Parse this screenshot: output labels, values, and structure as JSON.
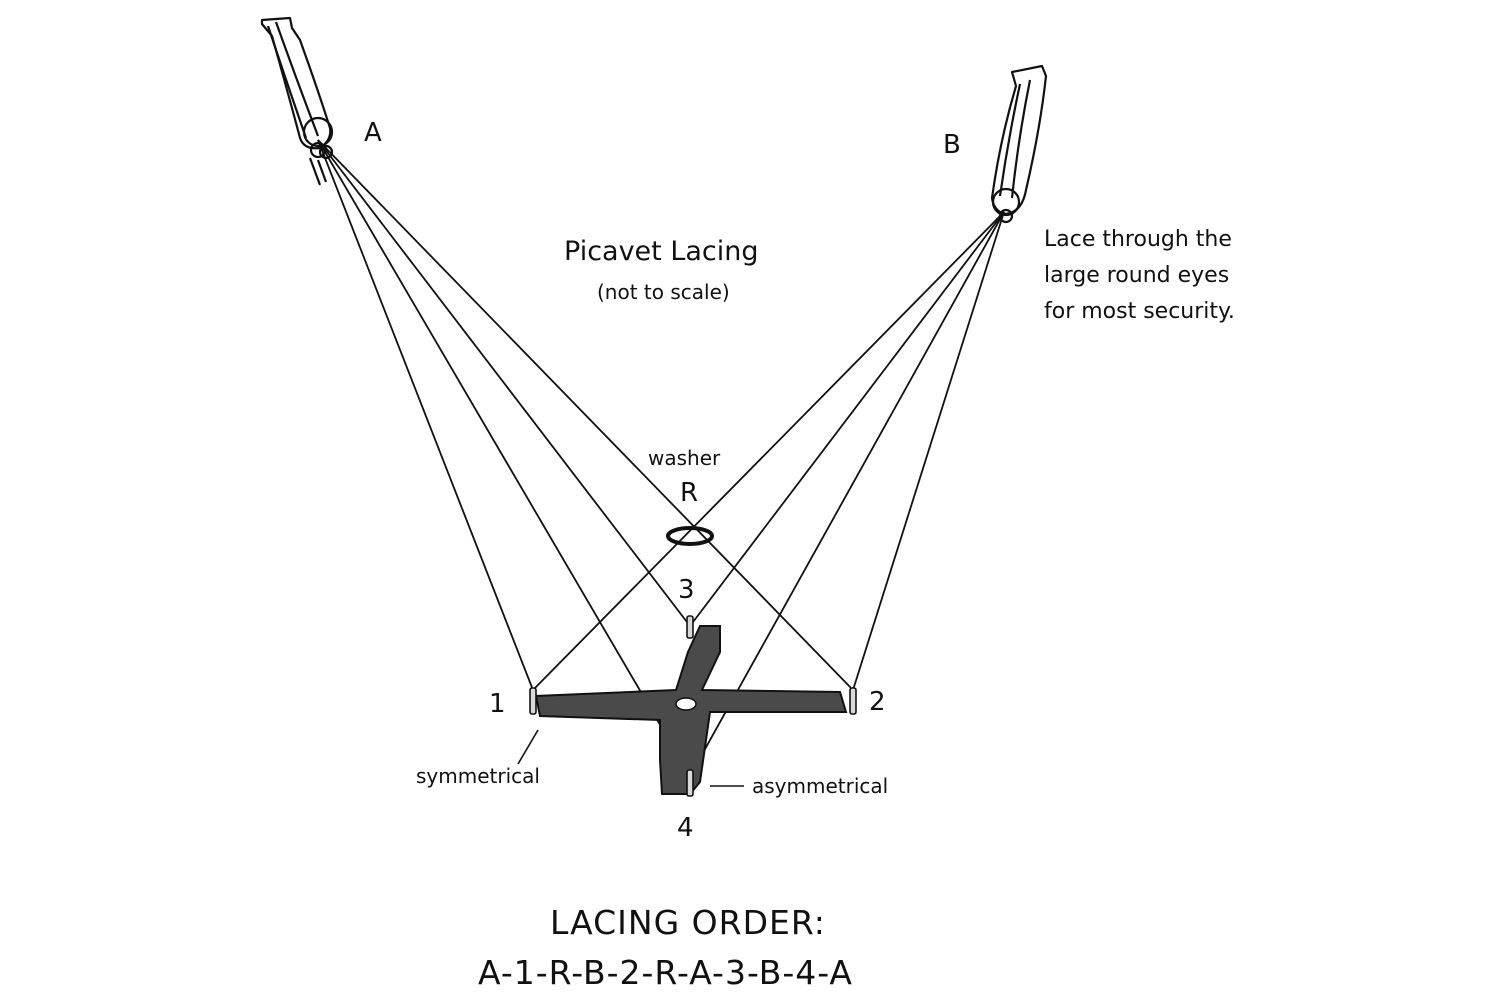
{
  "title": "Picavet Lacing",
  "subtitle": "(not to scale)",
  "anchors": {
    "a": "A",
    "b": "B"
  },
  "note": [
    "Lace through the",
    "large round eyes",
    "for most security."
  ],
  "washer": {
    "caption": "washer",
    "letter": "R"
  },
  "points": {
    "p1": "1",
    "p2": "2",
    "p3": "3",
    "p4": "4"
  },
  "callouts": {
    "symmetrical": "symmetrical",
    "asymmetrical": "asymmetrical"
  },
  "lacing_order": {
    "heading": "LACING ORDER:",
    "sequence": "A-1-R-B-2-R-A-3-B-4-A"
  },
  "colors": {
    "ink": "#111111",
    "cross_fill": "#4a4a4a",
    "background": "#ffffff"
  }
}
